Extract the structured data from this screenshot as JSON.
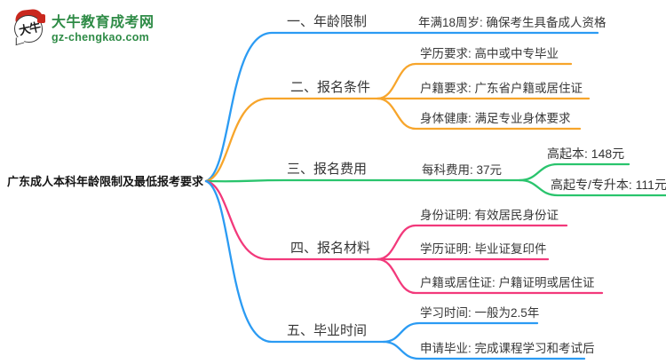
{
  "site": {
    "logo_icon_text": "大牛",
    "name": "大牛教育成考网",
    "domain": "gz-chengkao.com"
  },
  "colors": {
    "blue": "#2b9bf3",
    "orange": "#f7a52b",
    "green": "#2ac46d",
    "pink": "#f2397b",
    "logo": "#2e8b46",
    "text": "#3a3a3a"
  },
  "mindmap": {
    "root": "广东成人本科年龄限制及最低报考要求",
    "branches": [
      {
        "label": "一、年龄限制",
        "color": "blue",
        "children": [
          {
            "label": "年满18周岁: 确保考生具备成人资格"
          }
        ]
      },
      {
        "label": "二、报名条件",
        "color": "orange",
        "children": [
          {
            "label": "学历要求: 高中或中专毕业"
          },
          {
            "label": "户籍要求: 广东省户籍或居住证"
          },
          {
            "label": "身体健康: 满足专业身体要求"
          }
        ]
      },
      {
        "label": "三、报名费用",
        "color": "green",
        "children": [
          {
            "label": "每科费用: 37元",
            "children": [
              {
                "label": "高起本: 148元"
              },
              {
                "label": "高起专/专升本: 111元"
              }
            ]
          }
        ]
      },
      {
        "label": "四、报名材料",
        "color": "pink",
        "children": [
          {
            "label": "身份证明: 有效居民身份证"
          },
          {
            "label": "学历证明: 毕业证复印件"
          },
          {
            "label": "户籍或居住证: 户籍证明或居住证"
          }
        ]
      },
      {
        "label": "五、毕业时间",
        "color": "blue",
        "children": [
          {
            "label": "学习时间: 一般为2.5年"
          },
          {
            "label": "申请毕业: 完成课程学习和考试后"
          }
        ]
      }
    ]
  }
}
